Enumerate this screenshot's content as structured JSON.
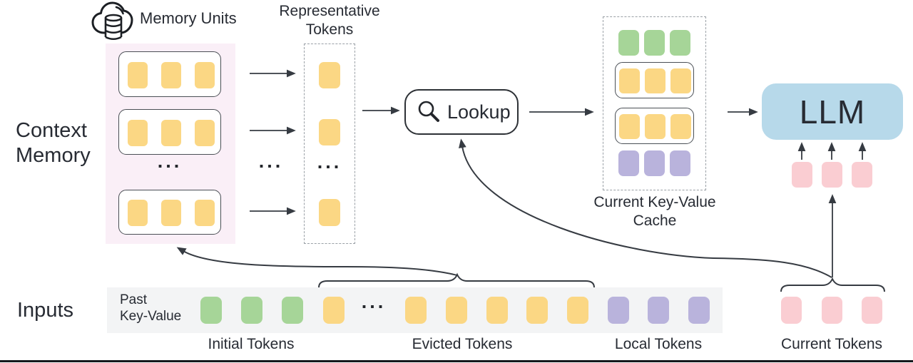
{
  "palette": {
    "token_yellow": "#FBD784",
    "token_green": "#A6D598",
    "token_purple": "#B9B3DC",
    "token_pink": "#FACDD2",
    "llm_blue": "#B7D9EA",
    "memory_bg": "#FAEFF7",
    "inputs_bg": "#F3F4F5",
    "line": "#363B42",
    "text": "#272B33"
  },
  "header": {
    "memory_units_label": "Memory Units",
    "representative_tokens_label": "Representative\nTokens"
  },
  "context_memory": {
    "label": "Context\nMemory",
    "rows": [
      {
        "type": "memory-unit",
        "tokens": 3,
        "color": "yellow"
      },
      {
        "type": "memory-unit",
        "tokens": 3,
        "color": "yellow"
      },
      {
        "type": "memory-unit",
        "tokens": 3,
        "color": "yellow"
      }
    ]
  },
  "representative": {
    "tokens": 3,
    "color": "yellow"
  },
  "lookup": {
    "label": "Lookup",
    "icon": "search-icon"
  },
  "cache": {
    "label": "Current Key-Value\nCache",
    "rows": [
      {
        "type": "token-row",
        "tokens": 3,
        "color": "green"
      },
      {
        "type": "memory-unit",
        "tokens": 3,
        "color": "yellow"
      },
      {
        "type": "memory-unit",
        "tokens": 3,
        "color": "yellow"
      },
      {
        "type": "token-row",
        "tokens": 3,
        "color": "purple"
      }
    ]
  },
  "llm": {
    "label": "LLM",
    "input_tokens": 3,
    "input_color": "pink"
  },
  "inputs": {
    "section_label": "Inputs",
    "past_key_value_label": "Past\nKey-Value",
    "groups": [
      {
        "name": "Initial Tokens",
        "color": "green",
        "visible_tokens": 3
      },
      {
        "name": "Evicted Tokens",
        "color": "yellow",
        "visible_tokens": 6
      },
      {
        "name": "Local Tokens",
        "color": "purple",
        "visible_tokens": 3
      },
      {
        "name": "Current Tokens",
        "color": "pink",
        "visible_tokens": 3
      }
    ]
  },
  "ellipsis": "..."
}
